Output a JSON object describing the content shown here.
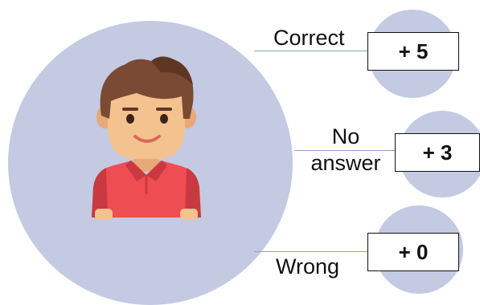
{
  "colors": {
    "circle_fill": "#c3cae2",
    "connector_line": "#8fa0c8",
    "hair": "#7a4a34",
    "hair_dark": "#5e3724",
    "skin": "#f4c28f",
    "skin_shadow": "#e6a978",
    "shirt": "#ee4d52",
    "shirt_dark": "#c93a40",
    "eyes": "#3a2418",
    "mouth": "#d86a5a"
  },
  "avatar": {
    "icon": "person-avatar-icon"
  },
  "outcomes": [
    {
      "label": "Correct",
      "score": "+ 5"
    },
    {
      "label": "No answer",
      "score": "+ 3"
    },
    {
      "label": "Wrong",
      "score": "+ 0"
    }
  ]
}
